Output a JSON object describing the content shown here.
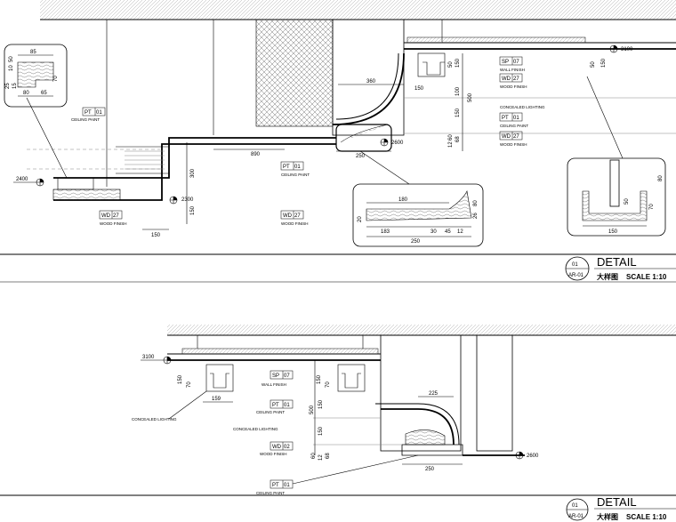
{
  "detail1": {
    "dims": {
      "d85": "85",
      "d10": "10",
      "d50": "50",
      "d25": "25",
      "d15": "15",
      "d80": "80",
      "d65": "65",
      "d70": "70",
      "d2400": "2400",
      "d2300": "2300",
      "d150a": "150",
      "d150b": "150",
      "d300": "300",
      "d890": "890",
      "d360": "360",
      "d150c": "150",
      "d250": "250",
      "d2600": "2600",
      "d150d": "150",
      "d150e": "150",
      "d500": "500",
      "d60": "60",
      "d12": "12",
      "d68": "68",
      "d100": "100",
      "d3100": "3100",
      "d50b": "50",
      "d50c": "50",
      "d150f": "150",
      "z180": "180",
      "z20": "20",
      "z183": "183",
      "z30": "30",
      "z45": "45",
      "z12": "12",
      "z250": "250",
      "z26": "26",
      "z80": "80",
      "r80": "80",
      "r50": "50",
      "r70": "70",
      "r150": "150"
    },
    "tags": [
      {
        "code": "PT",
        "num": "01",
        "caption": "CEILING PAINT"
      },
      {
        "code": "PT",
        "num": "01",
        "caption": "CEILING PAINT"
      },
      {
        "code": "WD",
        "num": "27",
        "caption": "WOOD FINISH"
      },
      {
        "code": "WD",
        "num": "27",
        "caption": "WOOD FINISH"
      },
      {
        "code": "SP",
        "num": "07",
        "caption": "WALL FINISH"
      },
      {
        "code": "WD",
        "num": "27",
        "caption": "WOOD FINISH"
      },
      {
        "code": "PT",
        "num": "01",
        "caption": "CEILING PAINT"
      },
      {
        "code": "WD",
        "num": "27",
        "caption": "WOOD FINISH"
      }
    ],
    "concealed_lighting": "CONCEALED LIGHTING",
    "title": {
      "number": "01",
      "sheet": "AR-01",
      "label": "DETAIL",
      "subtitle": "大样图",
      "scale": "SCALE 1:10"
    }
  },
  "detail2": {
    "dims": {
      "d3100": "3100",
      "d150": "150",
      "d70": "70",
      "d159": "159",
      "d150b": "150",
      "d70b": "70",
      "d500": "500",
      "d150c": "150",
      "d150d": "150",
      "d60": "60",
      "d12": "12",
      "d68": "68",
      "d225": "225",
      "d250": "250",
      "d2600": "2600"
    },
    "tags": [
      {
        "code": "SP",
        "num": "07",
        "caption": "WALL FINISH"
      },
      {
        "code": "PT",
        "num": "01",
        "caption": "CEILING PAINT"
      },
      {
        "code": "WD",
        "num": "02",
        "caption": "WOOD FINISH"
      },
      {
        "code": "PT",
        "num": "01",
        "caption": "CEILING PAINT"
      }
    ],
    "concealed_lighting_a": "CONCEALED LIGHTING",
    "concealed_lighting_b": "CONCEALED LIGHTING",
    "title": {
      "number": "01",
      "sheet": "AR-01",
      "label": "DETAIL",
      "subtitle": "大样图",
      "scale": "SCALE 1:10"
    }
  }
}
